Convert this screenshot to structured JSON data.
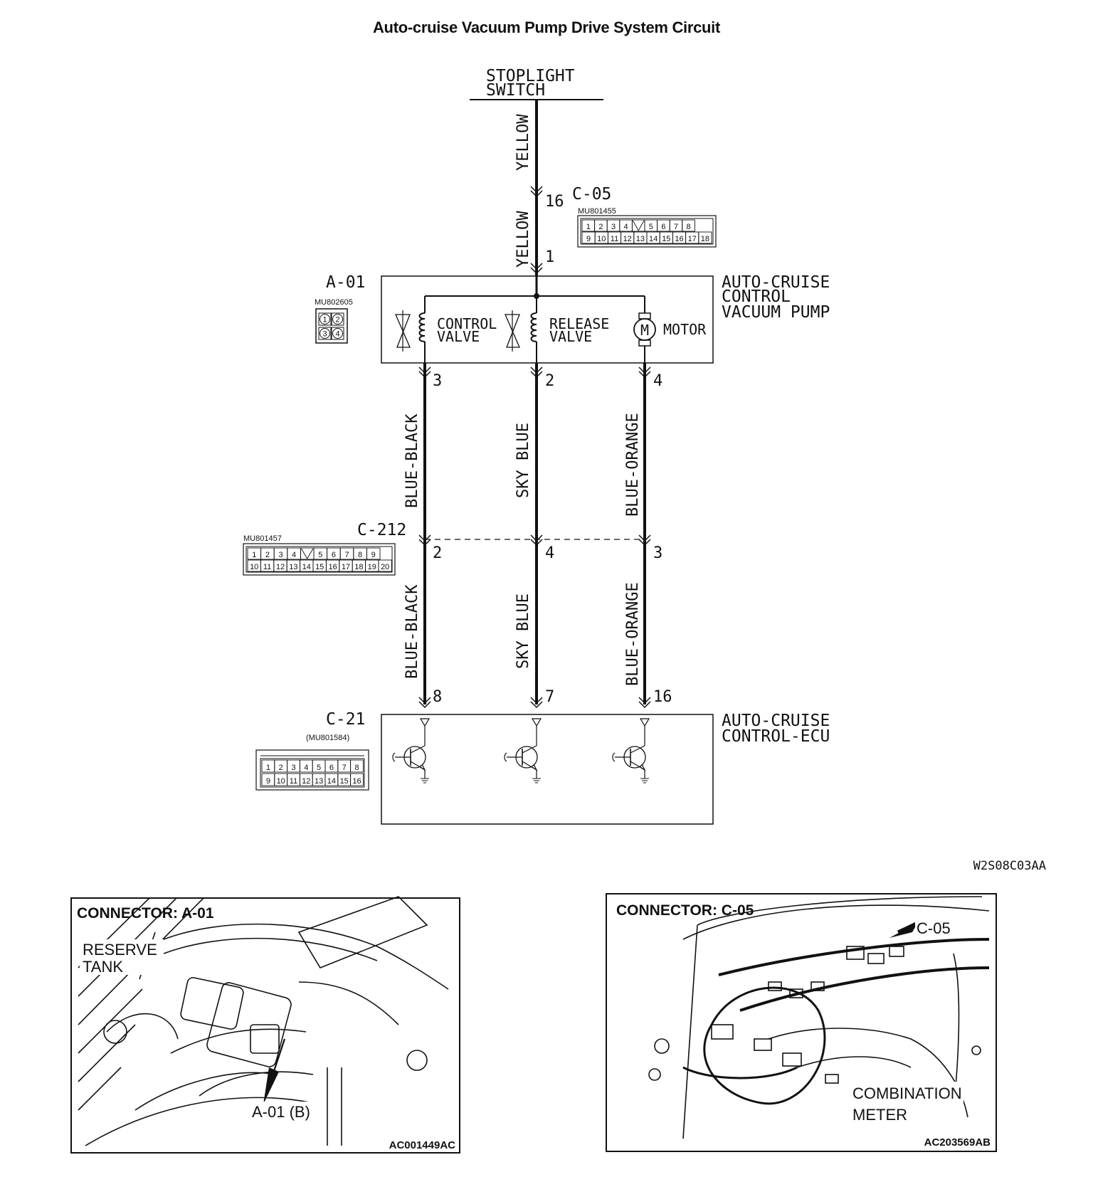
{
  "title": "Auto-cruise Vacuum Pump Drive System Circuit",
  "stoplight_switch": {
    "line1": "STOPLIGHT",
    "line2": "SWITCH"
  },
  "wires": {
    "yellow_upper": "YELLOW",
    "yellow_lower": "YELLOW",
    "left_upper": "BLUE-BLACK",
    "mid_upper": "SKY BLUE",
    "right_upper": "BLUE-ORANGE",
    "left_lower": "BLUE-BLACK",
    "mid_lower": "SKY BLUE",
    "right_lower": "BLUE-ORANGE"
  },
  "pins": {
    "c05_pin": "16",
    "a01_pin1": "1",
    "a01_pin3": "3",
    "a01_pin2": "2",
    "a01_pin4": "4",
    "c212_pin2": "2",
    "c212_pin4": "4",
    "c212_pin3": "3",
    "c21_pin8": "8",
    "c21_pin7": "7",
    "c21_pin16": "16"
  },
  "connectors": {
    "c05": {
      "name": "C-05",
      "part": "MU801455",
      "row1": [
        "1",
        "2",
        "3",
        "4",
        "",
        "5",
        "6",
        "7",
        "8"
      ],
      "row2": [
        "9",
        "10",
        "11",
        "12",
        "13",
        "14",
        "15",
        "16",
        "17",
        "18"
      ]
    },
    "a01": {
      "name": "A-01",
      "part": "MU802605",
      "cells": [
        "1",
        "2",
        "3",
        "4"
      ]
    },
    "c212": {
      "name": "C-212",
      "part": "MU801457",
      "row1": [
        "1",
        "2",
        "3",
        "4",
        "",
        "5",
        "6",
        "7",
        "8",
        "9"
      ],
      "row2": [
        "10",
        "11",
        "12",
        "13",
        "14",
        "15",
        "16",
        "17",
        "18",
        "19",
        "20"
      ]
    },
    "c21": {
      "name": "C-21",
      "part": "(MU801584)",
      "row1": [
        "1",
        "2",
        "3",
        "4",
        "5",
        "6",
        "7",
        "8"
      ],
      "row2": [
        "9",
        "10",
        "11",
        "12",
        "13",
        "14",
        "15",
        "16"
      ]
    }
  },
  "pump": {
    "line1": "AUTO-CRUISE",
    "line2": "CONTROL",
    "line3": "VACUUM PUMP",
    "control_valve": {
      "line1": "CONTROL",
      "line2": "VALVE"
    },
    "release_valve": {
      "line1": "RELEASE",
      "line2": "VALVE"
    },
    "motor_label": "MOTOR",
    "motor_symbol": "M"
  },
  "ecu": {
    "line1": "AUTO-CRUISE",
    "line2": "CONTROL-ECU"
  },
  "diagram_code": "W2S08C03AA",
  "photo_left": {
    "heading": "CONNECTOR: A-01",
    "label_tank_1": "RESERVE",
    "label_tank_2": "TANK",
    "label_conn": "A-01 (B)",
    "code": "AC001449AC"
  },
  "photo_right": {
    "heading": "CONNECTOR: C-05",
    "label_conn": "C-05",
    "label_meter_1": "COMBINATION",
    "label_meter_2": "METER",
    "code": "AC203569AB"
  }
}
